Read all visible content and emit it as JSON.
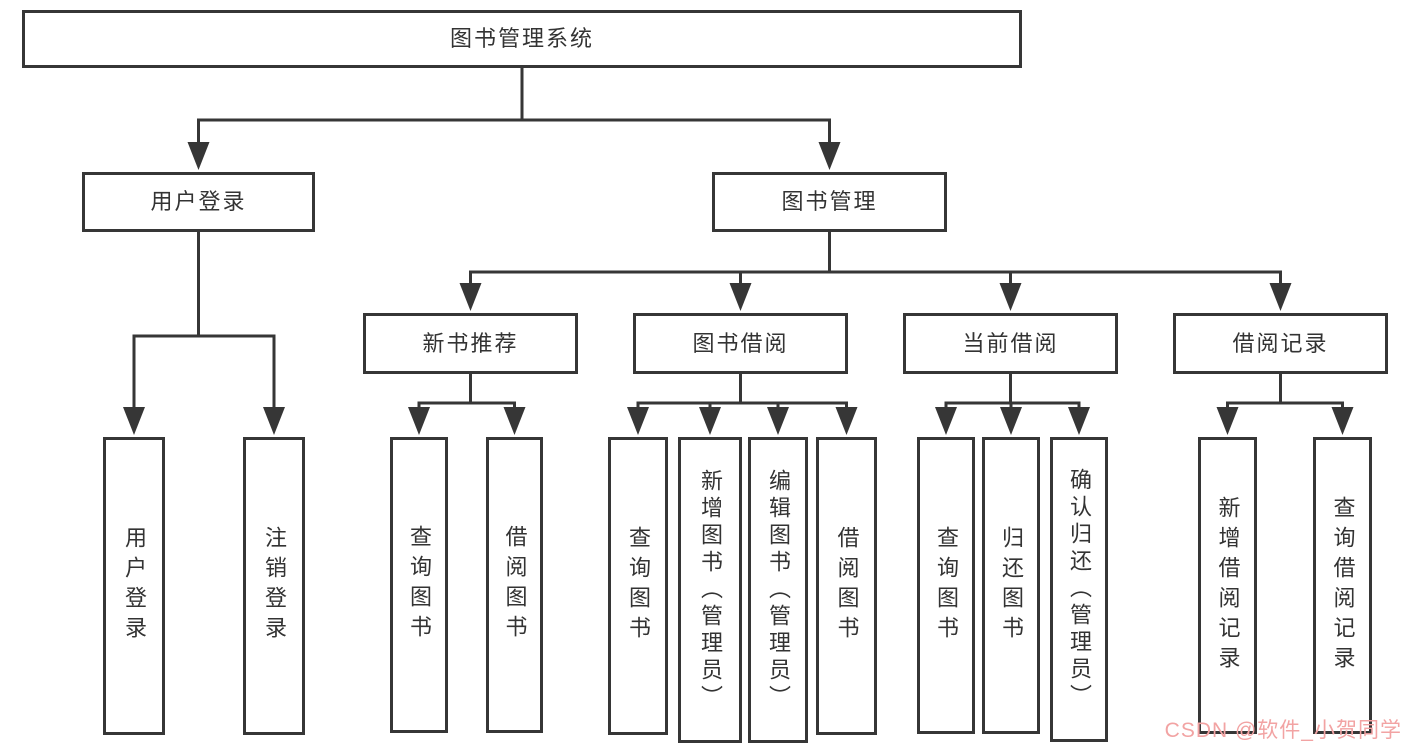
{
  "diagram": {
    "tree": {
      "root": {
        "label": "图书管理系统"
      },
      "children": [
        {
          "label": "用户登录",
          "children": [
            {
              "label": "用户登录"
            },
            {
              "label": "注销登录"
            }
          ]
        },
        {
          "label": "图书管理",
          "children": [
            {
              "label": "新书推荐",
              "children": [
                {
                  "label": "查询图书"
                },
                {
                  "label": "借阅图书"
                }
              ]
            },
            {
              "label": "图书借阅",
              "children": [
                {
                  "label": "查询图书"
                },
                {
                  "label": "新增图书（管理员）"
                },
                {
                  "label": "编辑图书（管理员）"
                },
                {
                  "label": "借阅图书"
                }
              ]
            },
            {
              "label": "当前借阅",
              "children": [
                {
                  "label": "查询图书"
                },
                {
                  "label": "归还图书"
                },
                {
                  "label": "确认归还（管理员）"
                }
              ]
            },
            {
              "label": "借阅记录",
              "children": [
                {
                  "label": "新增借阅记录"
                },
                {
                  "label": "查询借阅记录"
                }
              ]
            }
          ]
        }
      ]
    }
  },
  "watermark": {
    "text": "CSDN @软件_小贺同学"
  },
  "colors": {
    "line": "#363636",
    "text": "#333333",
    "watermark": "#f2a3a3",
    "background": "#ffffff"
  }
}
